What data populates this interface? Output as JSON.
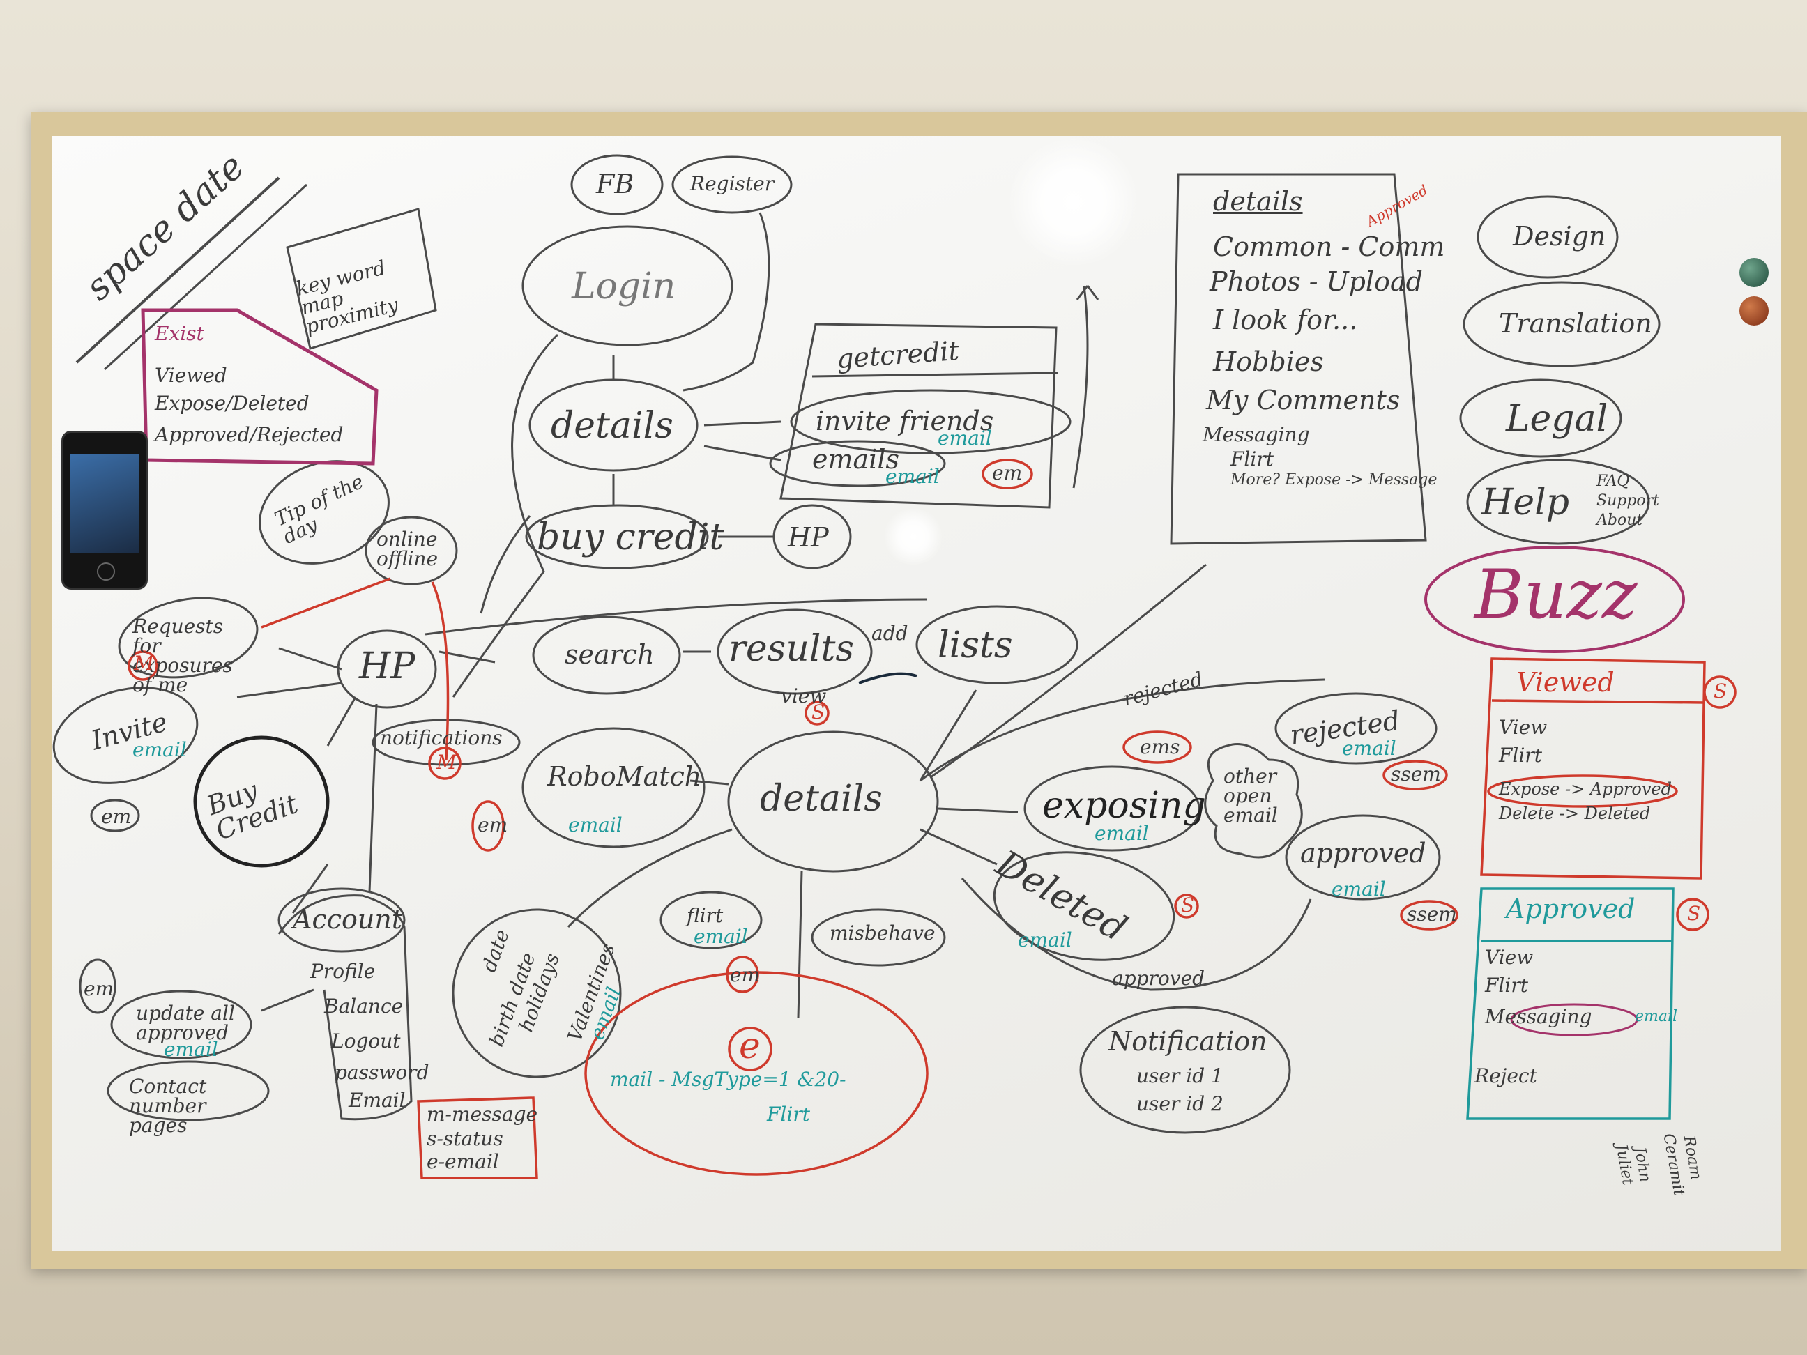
{
  "whiteboard": {
    "corner_label": "space date",
    "status_box": [
      "Exist",
      "Viewed",
      "Expose/Deleted",
      "Approved/Rejected"
    ],
    "keyword_box": "key word map proximity",
    "tip": "Tip of the day",
    "online_offline": "online offline",
    "requests": "Requests for exposures of me",
    "requests_badge": "M",
    "invite": "Invite",
    "invite_sub": "email",
    "invite_em": "em",
    "buy_credit_circle": "Buy Credit",
    "hp_center": "HP",
    "notifications": "notifications",
    "notifications_badge": "M",
    "account": [
      "Account",
      "Profile",
      "Balance",
      "Logout",
      "password",
      "Email"
    ],
    "account_em": "em",
    "update_all": "update all approved",
    "update_all_sub": "email",
    "contact": "Contact number pages",
    "legend_box": [
      "m-message",
      "s-status",
      "e-email"
    ],
    "fb": "FB",
    "register": "Register",
    "login": "Login",
    "details_top": "details",
    "buy_credit_top": "buy credit",
    "hp_top": "HP",
    "getcredit": "getcredit",
    "invite_friends": "invite friends",
    "invite_friends_sub": "email",
    "emails": "emails",
    "emails_sub": "email",
    "em_box": "em",
    "search": "search",
    "results": "results",
    "lists": "lists",
    "add_label": "add",
    "view_label": "view",
    "view_badge": "S",
    "robomatch": "RoboMatch",
    "robomatch_sub": "email",
    "robomatch_em": "em",
    "details_center": "details",
    "flirt": "flirt",
    "flirt_sub": "email",
    "flirt_em": "em",
    "misbehave": "misbehave",
    "dates_circle": [
      "date",
      "birth date",
      "holidays",
      "Valentines"
    ],
    "dates_sub": "email",
    "email_center_badge": "e",
    "email_line": "mail - MsgType=1 &20-",
    "email_line2": "Flirt",
    "exposing": "exposing",
    "exposing_sub": "email",
    "ems": "ems",
    "other_open": "other open email",
    "rejected": "rejected",
    "rejected_sub": "email",
    "rejected_arrow": "rejected",
    "approved": "approved",
    "approved_sub": "email",
    "approved_arrow": "approved",
    "ssem1": "ssem",
    "ssem2": "ssem",
    "deleted": "Deleted",
    "deleted_sub": "email",
    "deleted_badge": "S",
    "notification_list": [
      "Notification",
      "user id 1",
      "user id 2"
    ],
    "details_list_title": "details",
    "details_list": [
      "Common - Comm",
      "Photos - Upload",
      "I look for...",
      "Hobbies",
      "My Comments",
      "Messaging",
      "Flirt",
      "More? Expose -> Message"
    ],
    "details_list_tag": "Approved",
    "design": "Design",
    "translation": "Translation",
    "legal": "Legal",
    "help": "Help",
    "help_sub": [
      "FAQ",
      "Support",
      "About"
    ],
    "buzz": "Buzz",
    "viewed_box_title": "Viewed",
    "viewed_box_items": [
      "View",
      "Flirt",
      "Expose -> Approved",
      "Delete -> Deleted"
    ],
    "viewed_box_badge": "S",
    "approved_box_title": "Approved",
    "approved_box_items": [
      "View",
      "Flirt",
      "Messaging",
      "Reject"
    ],
    "approved_box_badge": "S",
    "approved_box_sub": "email",
    "corner_names": [
      "Roam",
      "Ceramit",
      "John",
      "Juliet"
    ]
  },
  "colors": {
    "marker_black": "#3a3a3a",
    "marker_red": "#cf3a2c",
    "marker_teal": "#1f9a9b",
    "marker_purple": "#a4336a"
  }
}
